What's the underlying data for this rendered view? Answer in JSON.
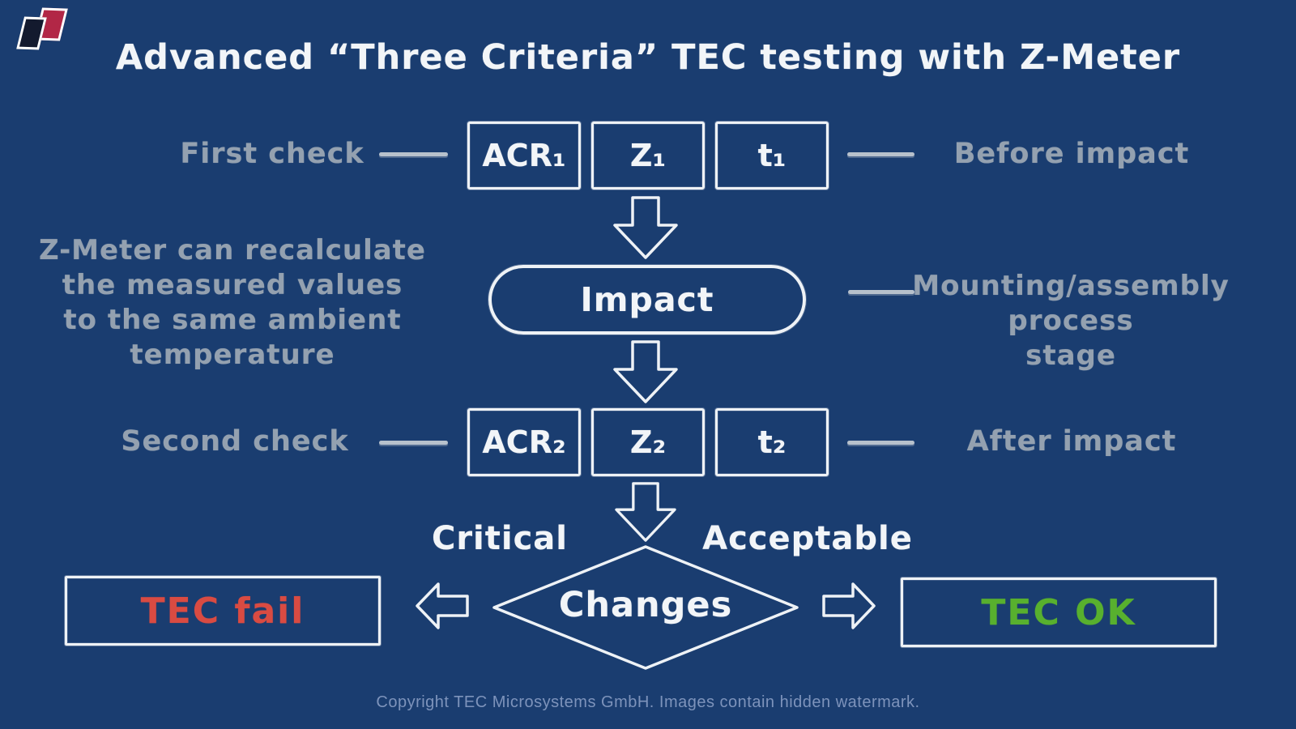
{
  "page": {
    "title": "Advanced “Three Criteria” TEC testing with Z-Meter",
    "footer": "Copyright TEC Microsystems GmbH. Images contain hidden watermark."
  },
  "logo": {
    "label": "TEC Microsystems logo"
  },
  "colors": {
    "background": "#1a3d70",
    "chalk_white": "#f2f5f8",
    "muted_gray": "#94a1b0",
    "fail_red": "#d94b42",
    "ok_green": "#58b02e",
    "logo_navy": "#131a2e",
    "logo_red": "#b22746",
    "footer_text": "#7d93bb"
  },
  "flow": {
    "first_check": {
      "label": "First check",
      "boxes": [
        "ACR₁",
        "Z₁",
        "t₁"
      ],
      "note": "Before impact"
    },
    "recalc_note_lines": [
      "Z-Meter can recalculate",
      "the measured values",
      "to the same ambient",
      "temperature"
    ],
    "impact": {
      "label": "Impact",
      "note_lines": [
        "Mounting/assembly",
        "process",
        "stage"
      ]
    },
    "second_check": {
      "label": "Second check",
      "boxes": [
        "ACR₂",
        "Z₂",
        "t₂"
      ],
      "note": "After impact"
    },
    "decision": {
      "label": "Changes",
      "critical": "Critical",
      "acceptable": "Acceptable",
      "fail": "TEC fail",
      "ok": "TEC OK"
    }
  }
}
